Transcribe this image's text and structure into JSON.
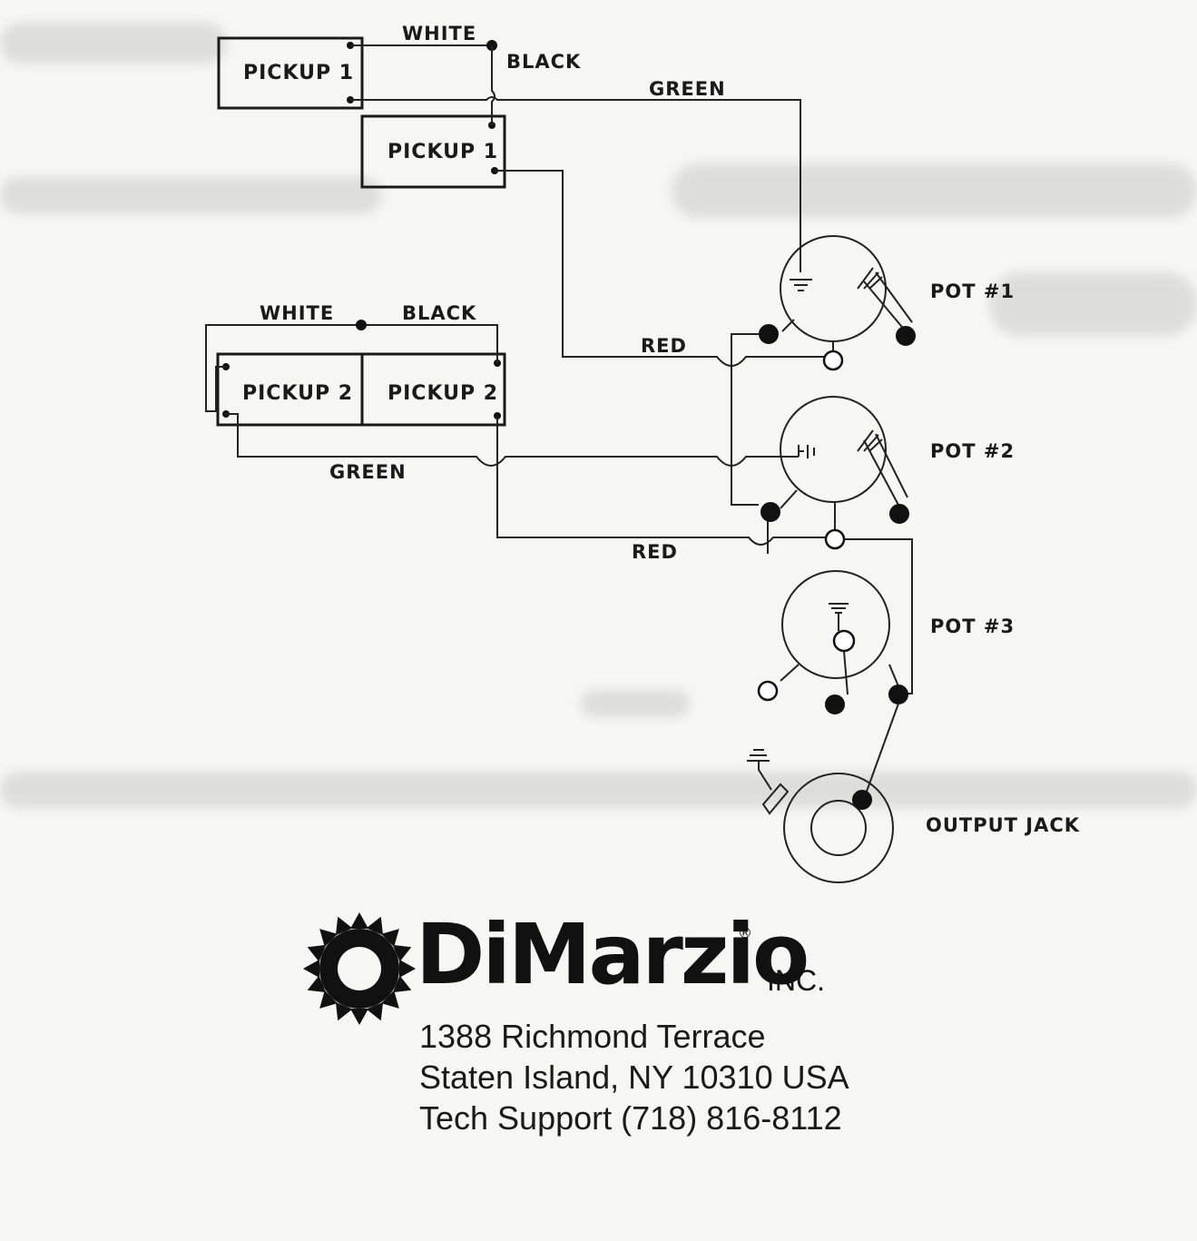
{
  "diagram": {
    "pickup_labels": {
      "neck_top": "PICKUP 1",
      "neck_bottom": "PICKUP 1",
      "bridge_left": "PICKUP 2",
      "bridge_right": "PICKUP 2"
    },
    "wire_labels": {
      "white_1": "WHITE",
      "black_1": "BLACK",
      "green_1": "GREEN",
      "red_1": "RED",
      "white_2": "WHITE",
      "black_2": "BLACK",
      "green_2": "GREEN",
      "red_2": "RED"
    },
    "component_labels": {
      "pot1": "POT #1",
      "pot2": "POT #2",
      "pot3": "POT #3",
      "jack": "OUTPUT JACK"
    }
  },
  "company": {
    "name": "DiMarzio",
    "registered": "®",
    "suffix": "INC.",
    "address_line1": "1388 Richmond Terrace",
    "address_line2": "Staten Island, NY 10310 USA",
    "phone_line": "Tech Support (718) 816-8112"
  },
  "logo_icon": "sun-gear-icon"
}
